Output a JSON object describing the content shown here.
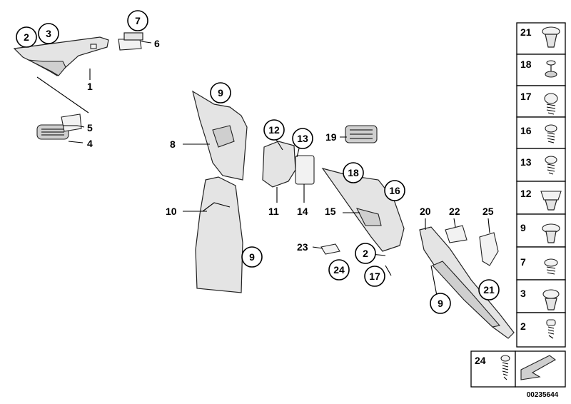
{
  "diagram": {
    "callouts": {
      "c2a": "2",
      "c3a": "3",
      "c7": "7",
      "c6": "6",
      "c1": "1",
      "c5": "5",
      "c4": "4",
      "c9a": "9",
      "c8": "8",
      "c10": "10",
      "c9b": "9",
      "c12": "12",
      "c13": "13",
      "c11": "11",
      "c14": "14",
      "c19": "19",
      "c18": "18",
      "c16": "16",
      "c15": "15",
      "c20": "20",
      "c22": "22",
      "c25": "25",
      "c23": "23",
      "c24a": "24",
      "c2b": "2",
      "c17": "17",
      "c9c": "9",
      "c21": "21"
    },
    "legend": [
      "21",
      "18",
      "17",
      "16",
      "13",
      "12",
      "9",
      "7",
      "3",
      "2"
    ],
    "bottom_box_label": "24",
    "reference_number": "00235644"
  }
}
